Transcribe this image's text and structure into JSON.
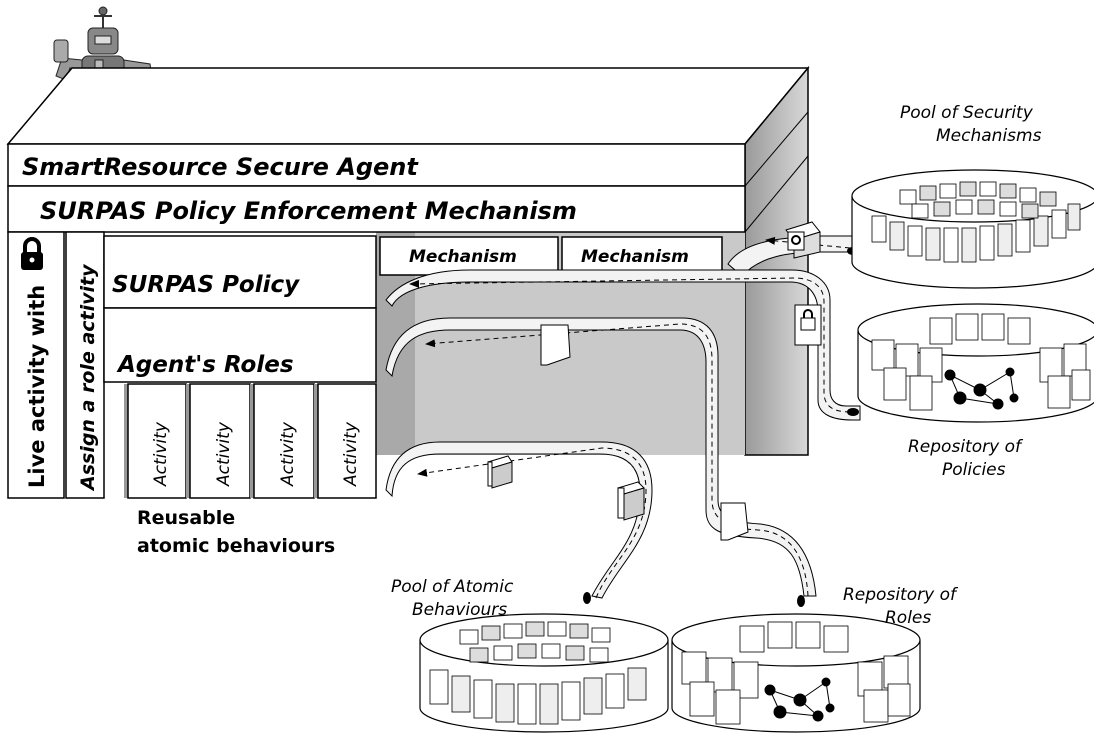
{
  "agent": {
    "title": "SmartResource Secure Agent",
    "enforcement": "SURPAS Policy Enforcement Mechanism",
    "policy": "SURPAS Policy",
    "roles": "Agent's Roles",
    "mechanisms": [
      "Mechanism",
      "Mechanism"
    ],
    "activities": [
      "Activity",
      "Activity",
      "Activity",
      "Activity"
    ],
    "live_activity": "Live activity with",
    "assign_role": "Assign a role activity",
    "reusable_line1": "Reusable",
    "reusable_line2": "atomic behaviours"
  },
  "stores": {
    "security_line1": "Pool of Security",
    "security_line2": "Mechanisms",
    "policies_line1": "Repository of",
    "policies_line2": "Policies",
    "atomic_line1": "Pool of Atomic",
    "atomic_line2": "Behaviours",
    "roles_line1": "Repository of",
    "roles_line2": "Roles"
  }
}
